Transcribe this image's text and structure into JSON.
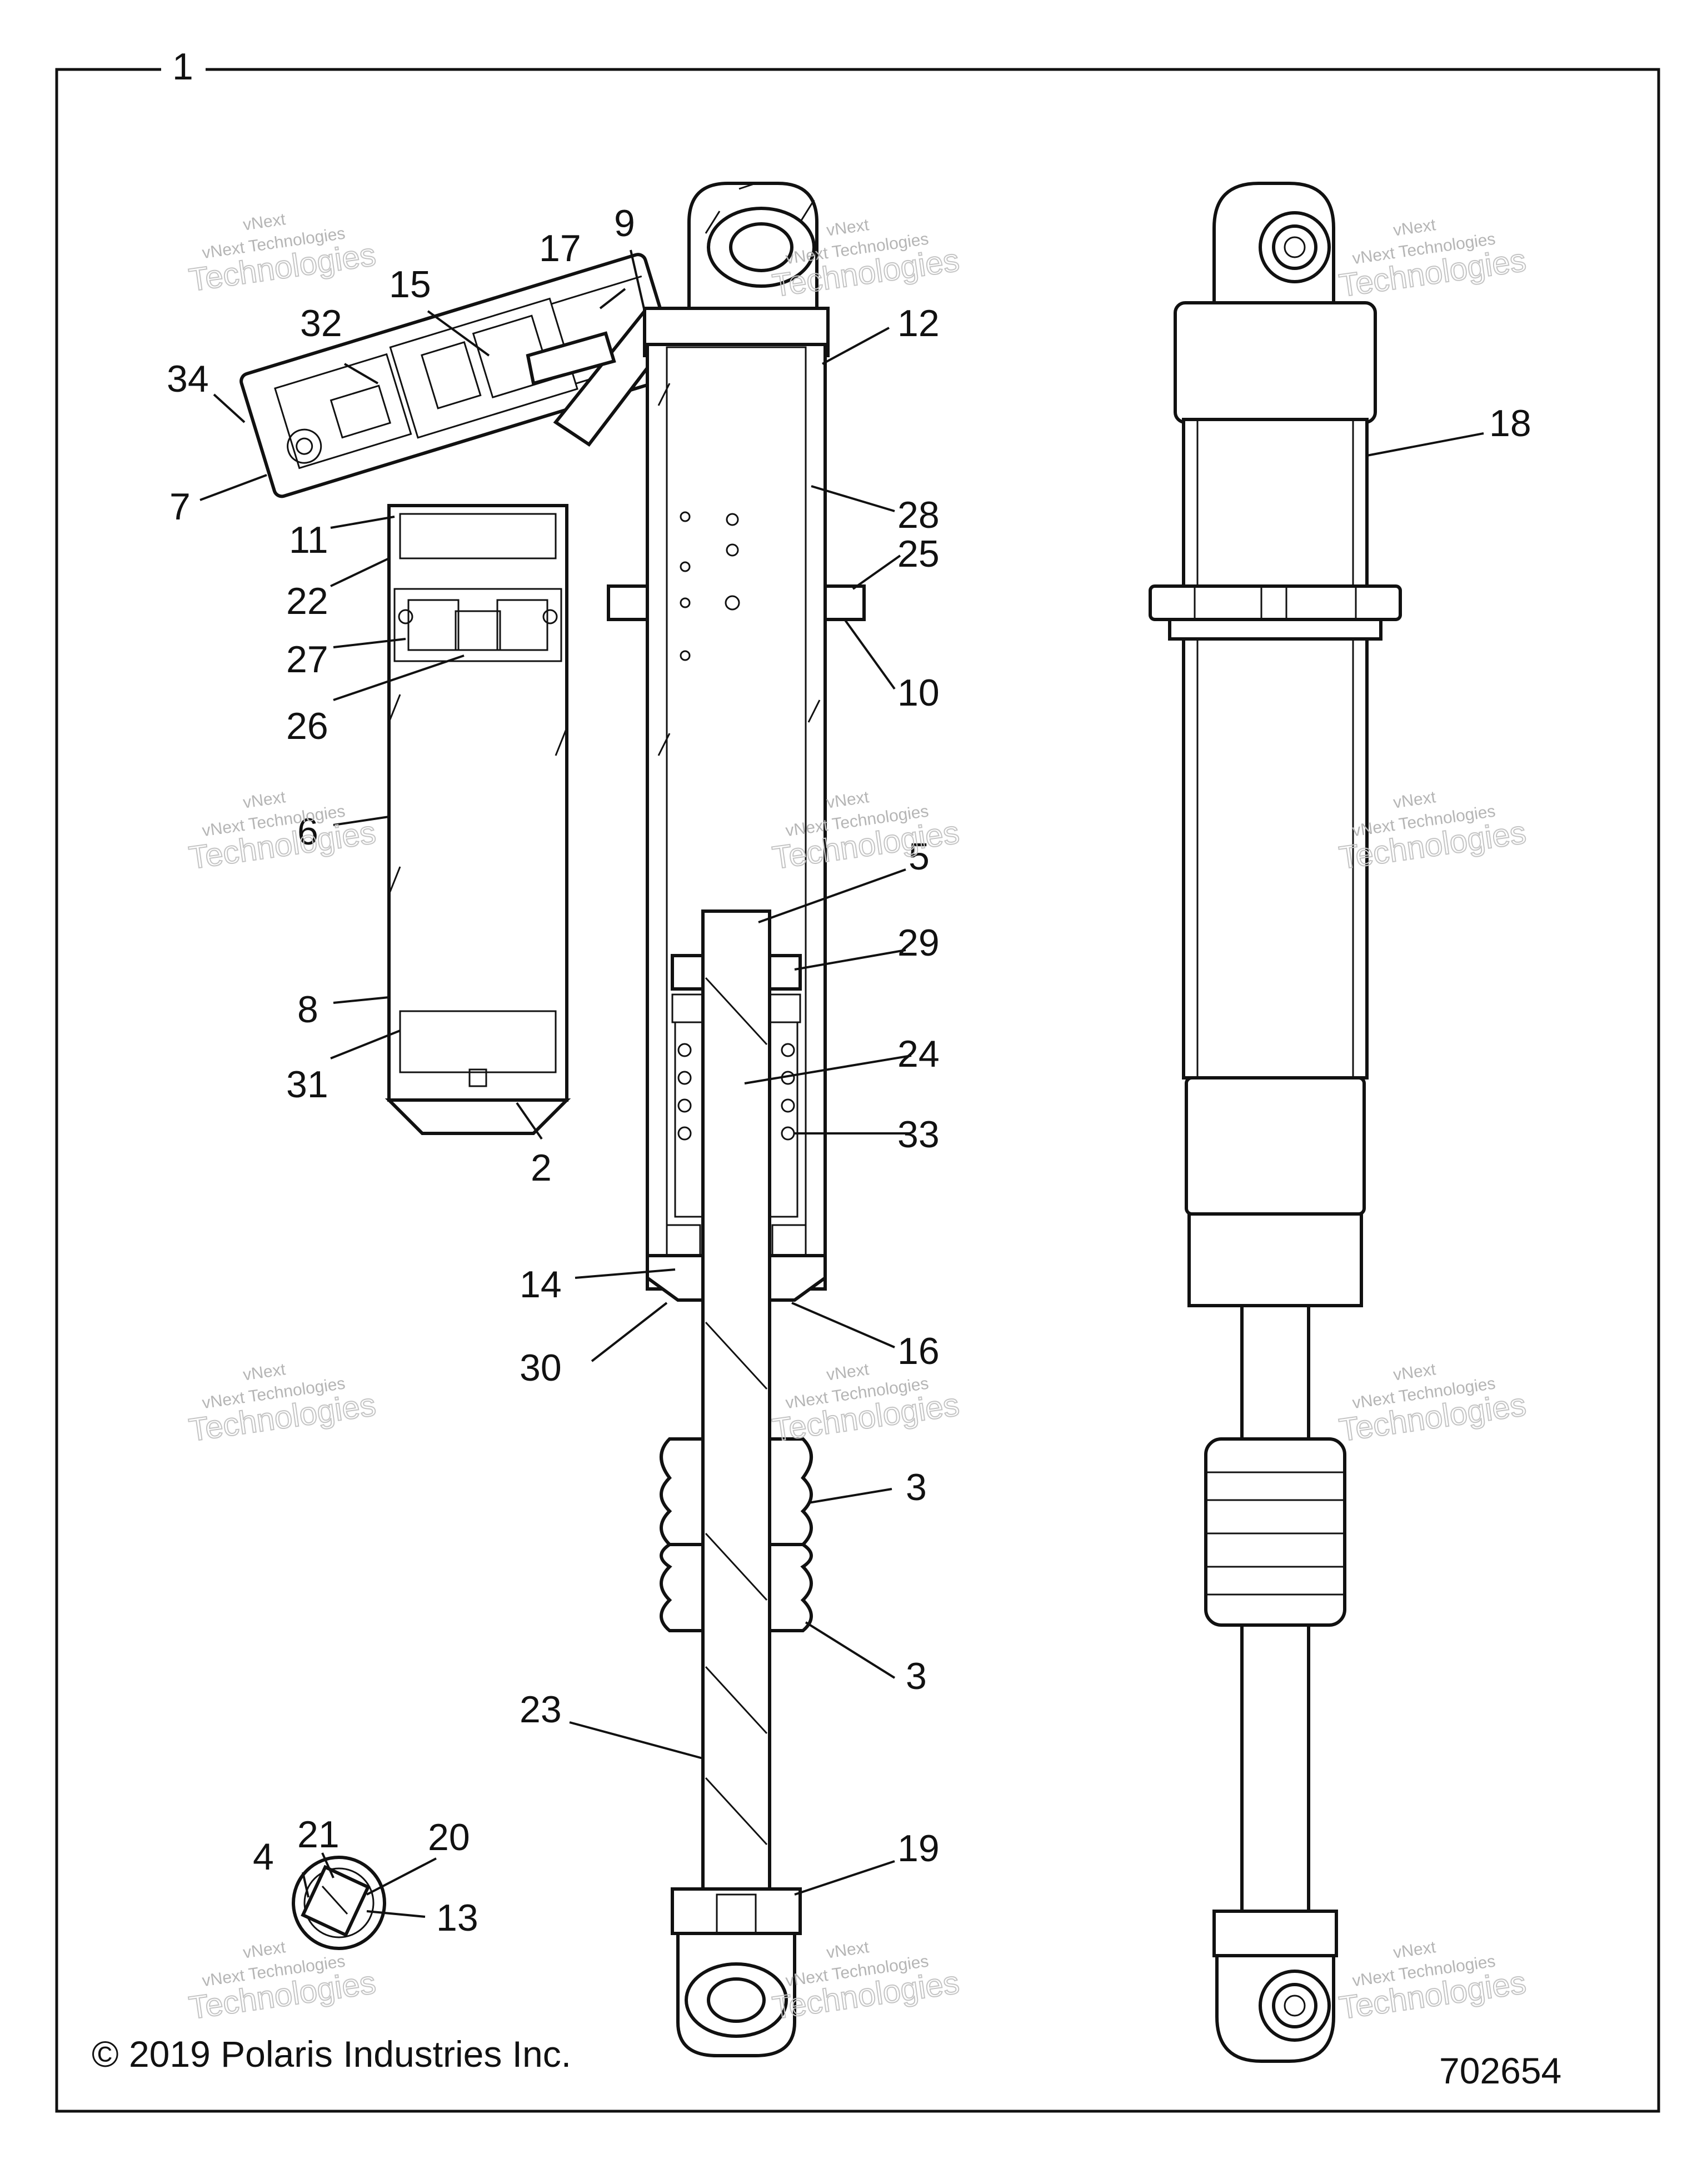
{
  "copyright": "© 2019 Polaris Industries Inc.",
  "diagram_number": "702654",
  "frame_label": "1",
  "watermark": {
    "line1": "vNext",
    "line2": "vNext Technologies",
    "line3": "Technologies"
  },
  "callouts": {
    "c2": "2",
    "c3a": "3",
    "c3b": "3",
    "c4": "4",
    "c5": "5",
    "c6": "6",
    "c7": "7",
    "c8": "8",
    "c9": "9",
    "c10": "10",
    "c11": "11",
    "c12": "12",
    "c13": "13",
    "c14": "14",
    "c15": "15",
    "c16": "16",
    "c17": "17",
    "c18": "18",
    "c19": "19",
    "c20": "20",
    "c21": "21",
    "c22": "22",
    "c23": "23",
    "c24": "24",
    "c25": "25",
    "c26": "26",
    "c27": "27",
    "c28": "28",
    "c29": "29",
    "c30": "30",
    "c31": "31",
    "c32": "32",
    "c33": "33",
    "c34": "34"
  }
}
